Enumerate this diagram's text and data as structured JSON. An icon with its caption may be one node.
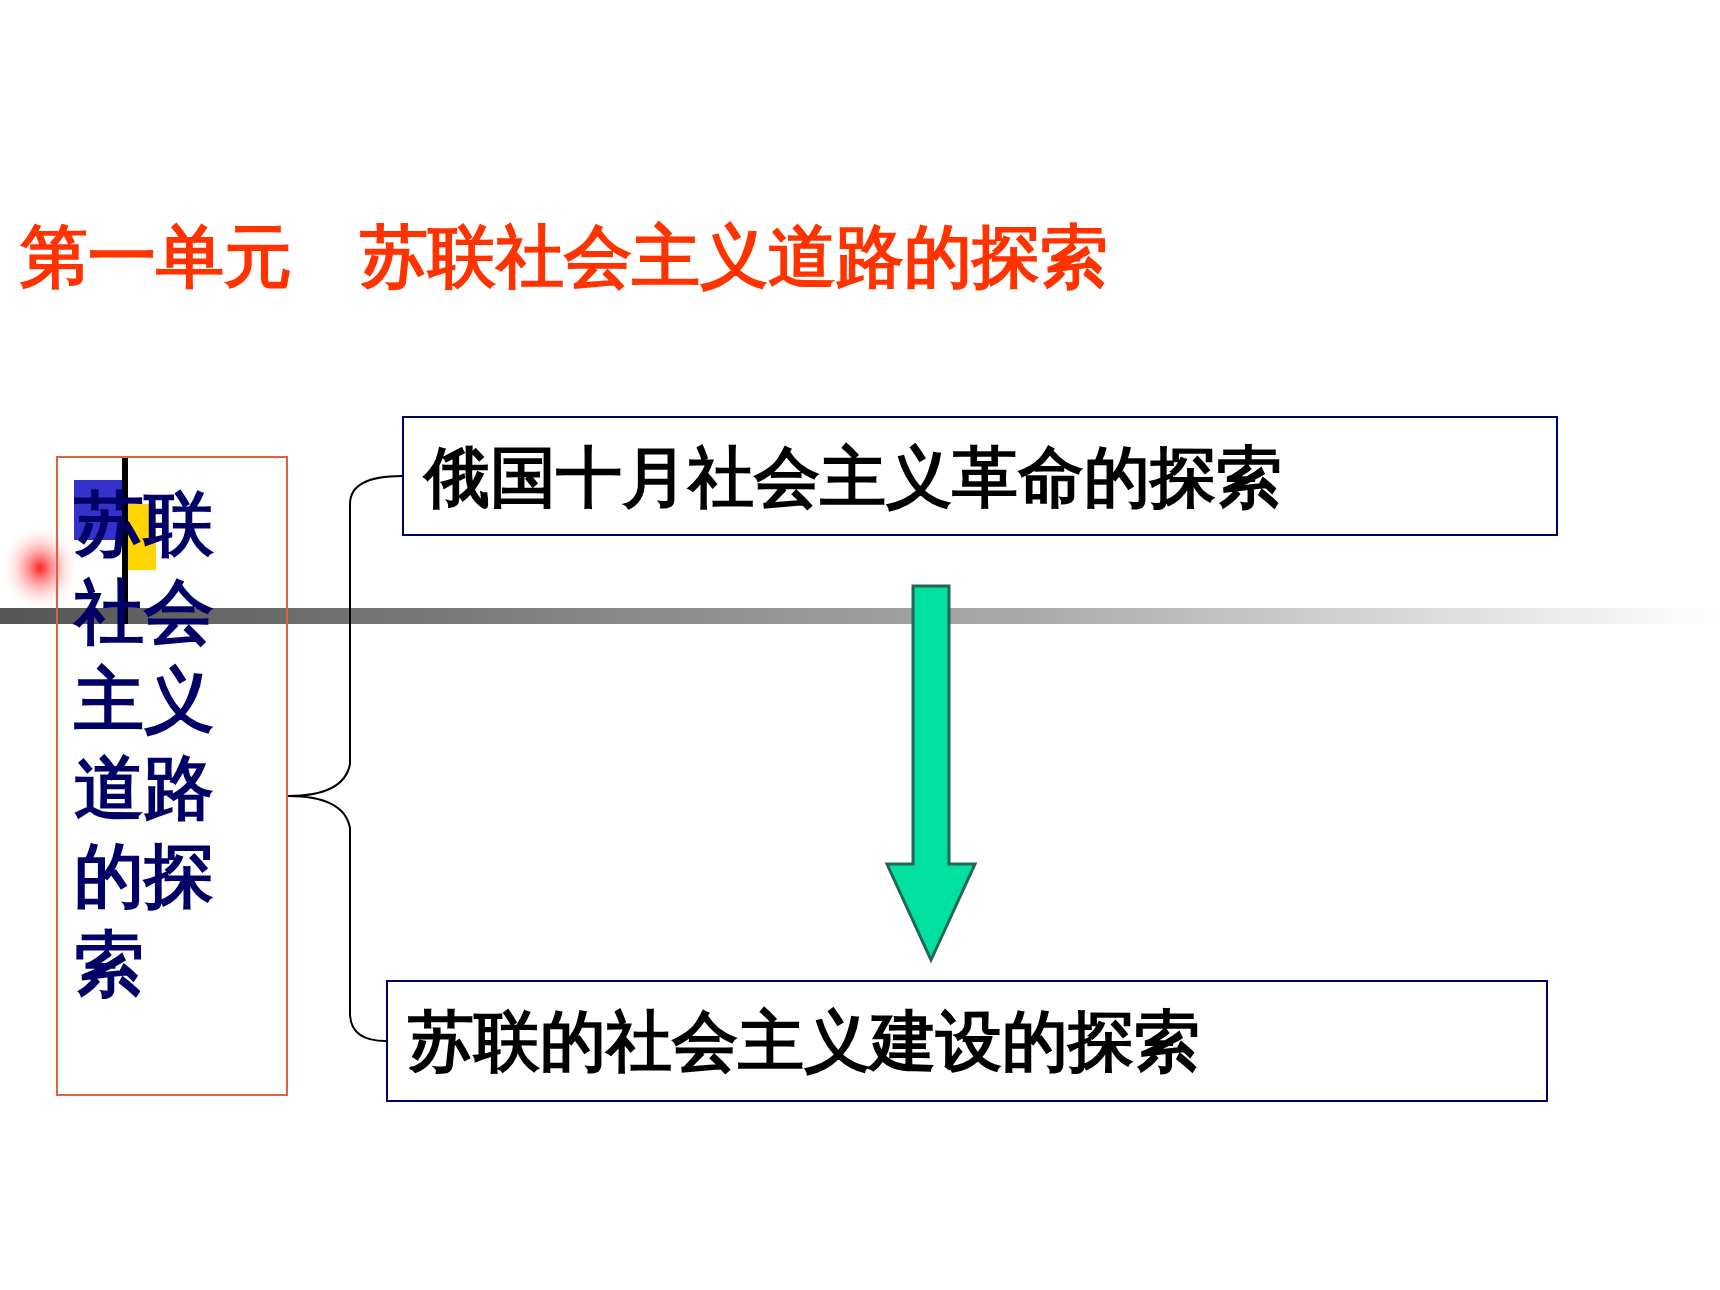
{
  "diagram": {
    "title": "第一单元　苏联社会主义道路的探索",
    "nodes": [
      {
        "text": [
          "苏联社会主义道路的探索"
        ]
      },
      {
        "text": [
          "俄国十月社会主义革命的探索"
        ]
      },
      {
        "text": [
          "苏联的社会主义建设的探索"
        ]
      }
    ],
    "edges": [
      {
        "from": 0,
        "to": 1,
        "arrow": "none"
      },
      {
        "from": 0,
        "to": 2,
        "arrow": "none"
      },
      {
        "from": 1,
        "to": 2,
        "arrow": "to",
        "style": "thick",
        "color": "#00e0a0"
      }
    ]
  }
}
